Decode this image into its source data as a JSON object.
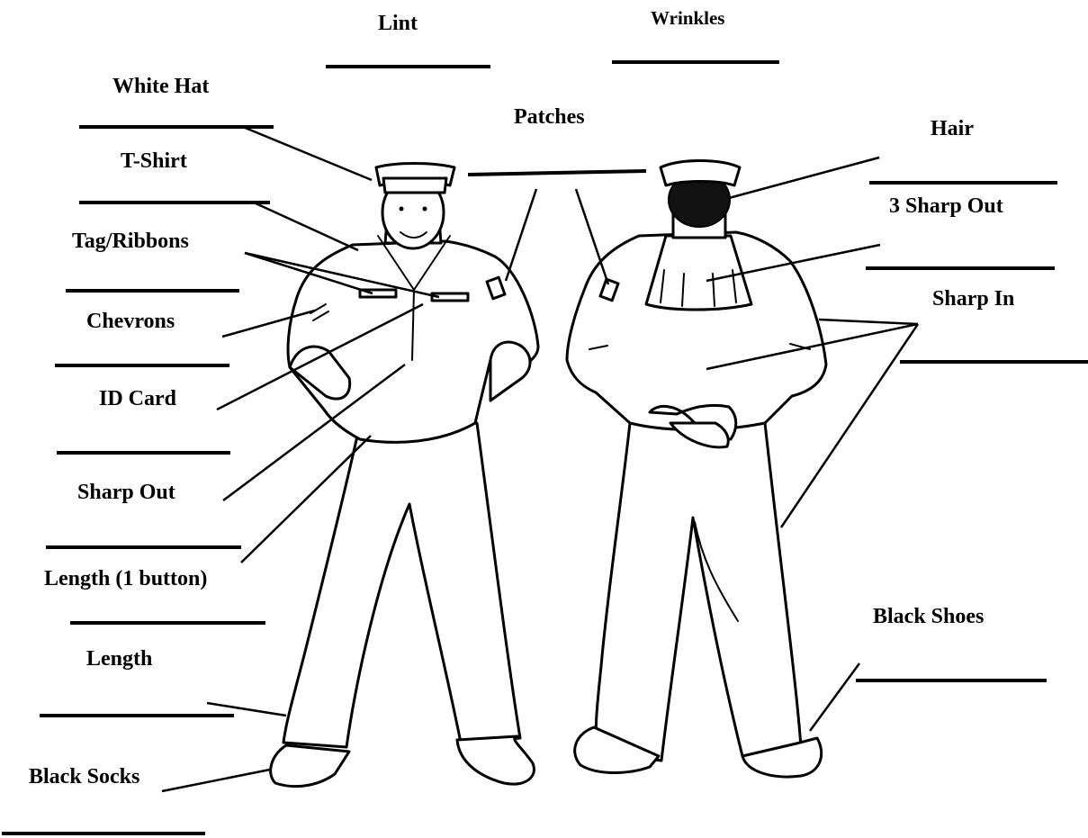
{
  "labels": {
    "lint": "Lint",
    "wrinkles": "Wrinkles",
    "white_hat": "White Hat",
    "patches": "Patches",
    "hair": "Hair",
    "t_shirt": "T-Shirt",
    "three_sharp_out": "3 Sharp Out",
    "tag_ribbons": "Tag/Ribbons",
    "sharp_in": "Sharp In",
    "chevrons": "Chevrons",
    "id_card": "ID Card",
    "sharp_out": "Sharp Out",
    "length_1_button": "Length (1 button)",
    "black_shoes": "Black Shoes",
    "length": "Length",
    "black_socks": "Black Socks"
  }
}
